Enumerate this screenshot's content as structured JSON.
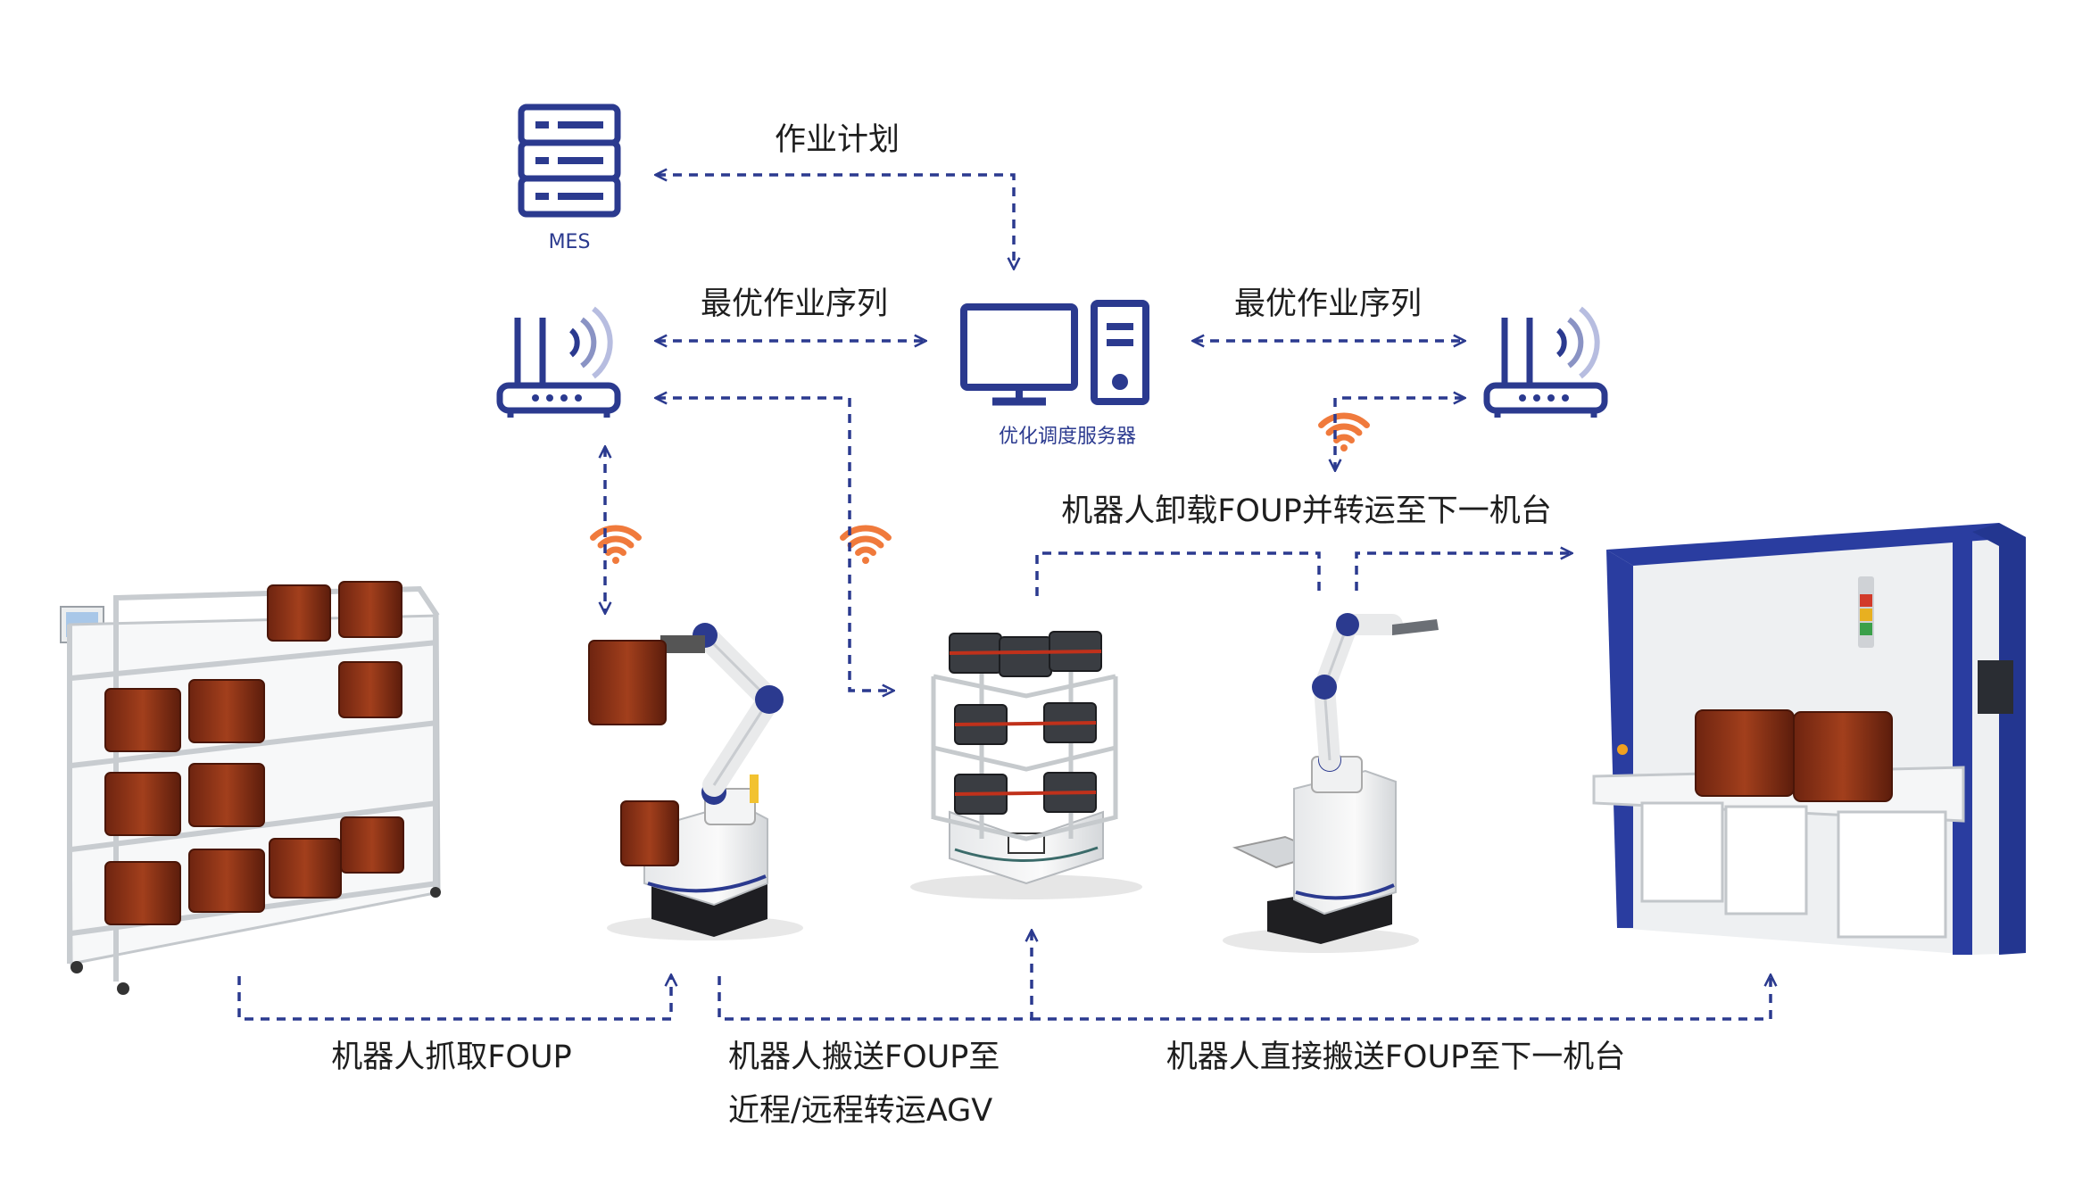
{
  "nodes": {
    "mes": {
      "label": "MES"
    },
    "server": {
      "label": "优化调度服务器"
    }
  },
  "flows": {
    "plan": "作业计划",
    "seq_left": "最优作业序列",
    "seq_right": "最优作业序列",
    "unload": "机器人卸载FOUP并转运至下一机台",
    "grab": "机器人抓取FOUP",
    "carry_line1": "机器人搬送FOUP至",
    "carry_line2": "近程/远程转运AGV",
    "direct": "机器人直接搬送FOUP至下一机台"
  },
  "colors": {
    "primary": "#2b3a8f",
    "signal": "#f07a3c",
    "foup": "#8a2e17",
    "machine_frame": "#2a3da0"
  },
  "icons": [
    "server-rack-icon",
    "computer-icon",
    "router-icon",
    "wifi-signal-icon"
  ]
}
